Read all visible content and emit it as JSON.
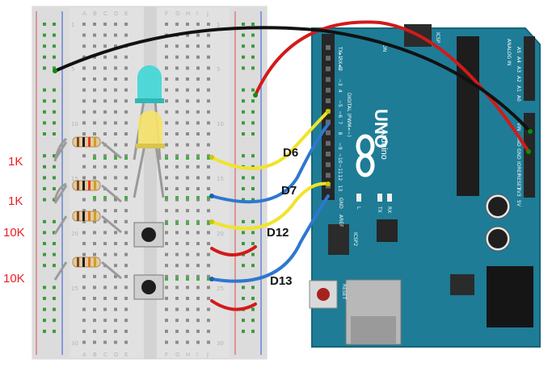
{
  "breadboard": {
    "column_letters": [
      "A",
      "B",
      "C",
      "D",
      "E",
      "F",
      "G",
      "H",
      "I",
      "J"
    ],
    "row_numbers": [
      "1",
      "5",
      "10",
      "15",
      "20",
      "25",
      "30"
    ]
  },
  "resistor_labels": [
    "1K",
    "1K",
    "10K",
    "10K"
  ],
  "wire_labels": [
    "D6",
    "D7",
    "D12",
    "D13"
  ],
  "arduino": {
    "brand": "Arduino",
    "model": "UNO",
    "digital_header": "DIGITAL (PWM=~)",
    "analog_header": "ANALOG IN",
    "reset_label": "RESET",
    "icsp_label": "ICSP",
    "icsp2_label": "ICSP2",
    "aref_label": "AREF",
    "gnd_label": "GND",
    "tx_label": "TX",
    "rx_label": "RX",
    "l_label": "L",
    "on_label": "ON",
    "power_pins": [
      "5V",
      "3V3",
      "RESET",
      "IOREF",
      "GND",
      "GND",
      "VIN"
    ],
    "analog_pins": [
      "A5",
      "A4",
      "A3",
      "A2",
      "A1",
      "A0"
    ],
    "digital_pins": [
      "TX▸1",
      "RX◂0",
      "2",
      "~3",
      "4",
      "~5",
      "~6",
      "7",
      "8",
      "~9",
      "~10",
      "~11",
      "12",
      "13"
    ]
  },
  "colors": {
    "board_teal": "#1e7c96",
    "wire_yellow": "#f2e32a",
    "wire_blue": "#2e77d0",
    "wire_red": "#d21a1a",
    "wire_black": "#111111",
    "led_cyan": "#43d6d6",
    "led_yellow": "#f5e36a"
  }
}
